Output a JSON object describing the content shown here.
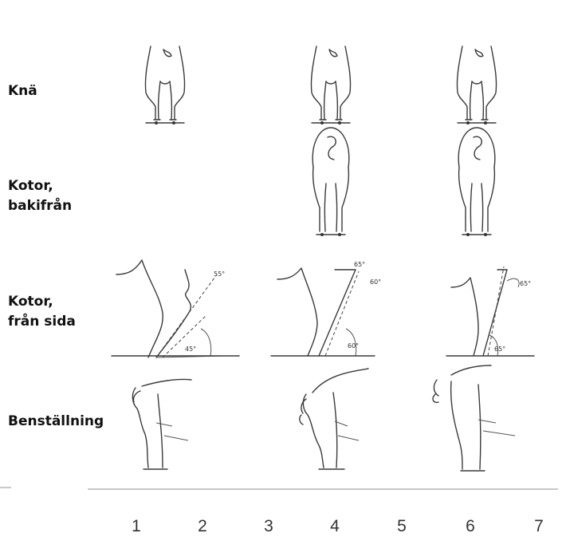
{
  "rows": [
    {
      "id": "kna",
      "lines": [
        "Knä"
      ]
    },
    {
      "id": "kotor-bak",
      "lines": [
        "Kotor,",
        "bakifrån"
      ]
    },
    {
      "id": "kotor-sida",
      "lines": [
        "Kotor,",
        "från sida"
      ]
    },
    {
      "id": "benstallning",
      "lines": [
        "Benställning"
      ]
    }
  ],
  "scale": [
    "1",
    "2",
    "3",
    "4",
    "5",
    "6",
    "7"
  ],
  "angles": {
    "col1_top": "55°",
    "col1_bottom": "45°",
    "col4_top": "65°",
    "col4_side": "60°",
    "col4_bottom": "60°",
    "col6_top": "65°",
    "col6_bottom": "65°"
  }
}
